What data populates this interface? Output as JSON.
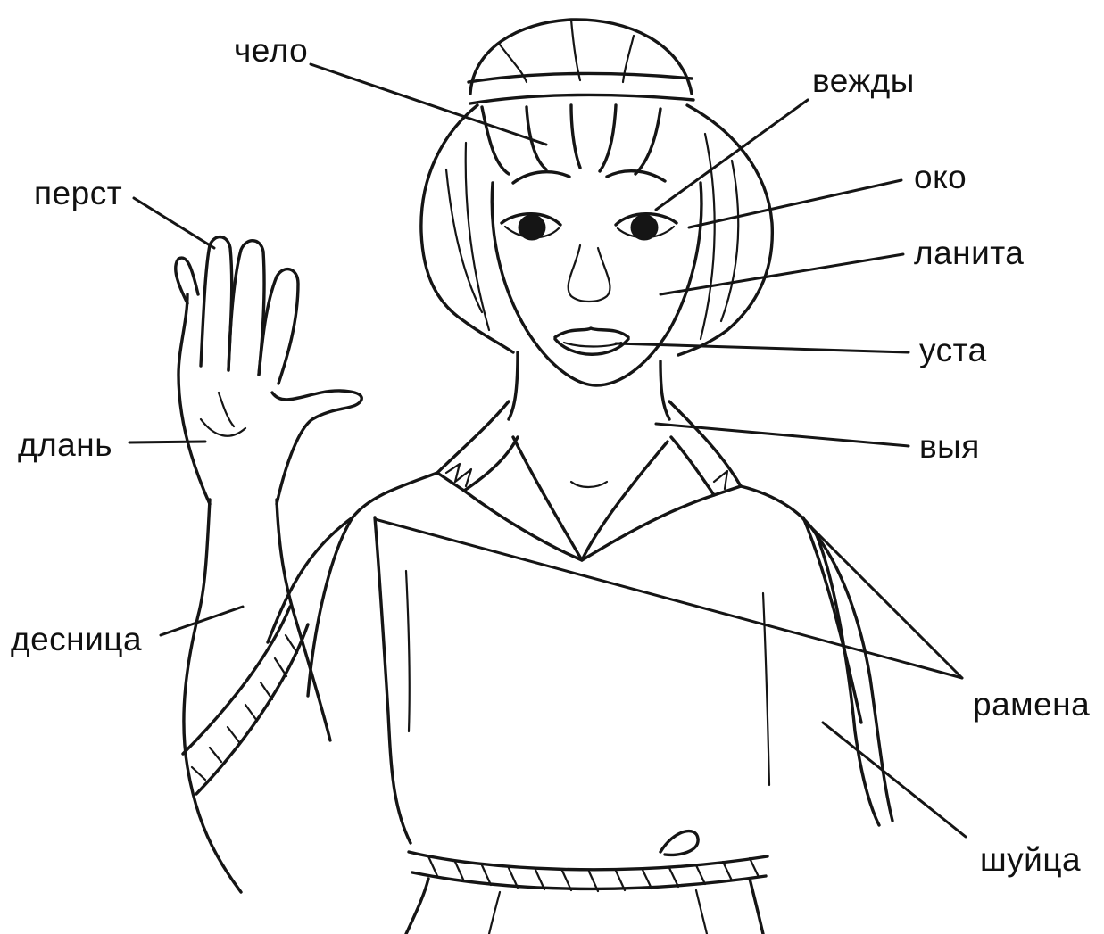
{
  "labels": {
    "chelo": "чело",
    "vezhdy": "вежды",
    "perst": "перст",
    "oko": "око",
    "lanita": "ланита",
    "usta": "уста",
    "dlan": "длань",
    "vyya": "выя",
    "desnitsa": "десница",
    "ramena": "рамена",
    "shuitsa": "шуйца"
  },
  "colors": {
    "ink": "#151515",
    "background": "#ffffff"
  }
}
